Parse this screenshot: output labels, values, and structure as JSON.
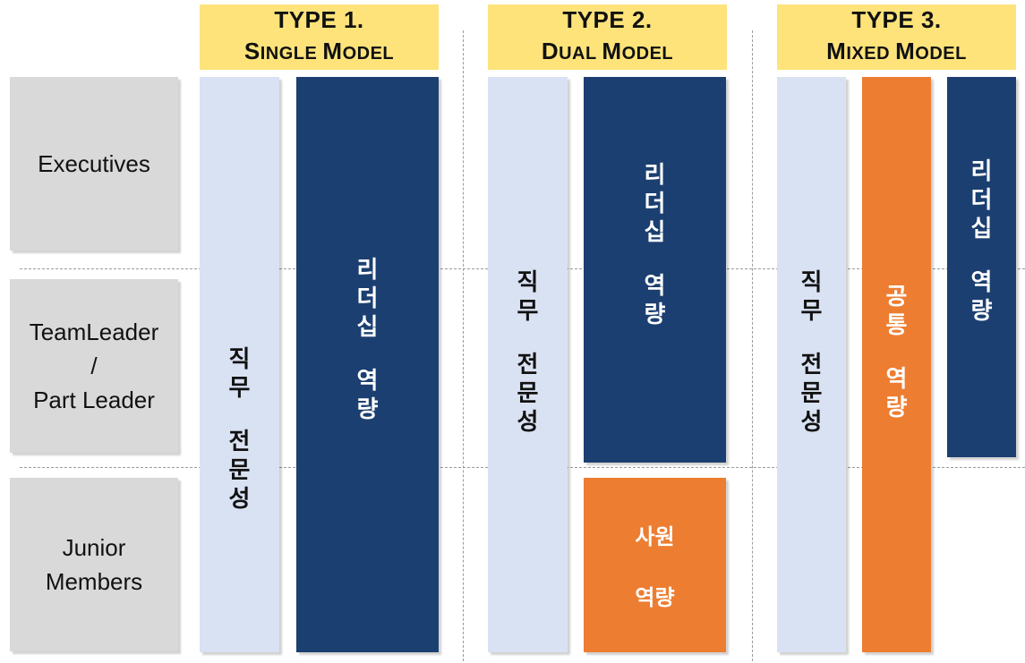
{
  "headers": [
    {
      "line1": "TYPE 1.",
      "line2_big1": "S",
      "line2_sm1": "INGLE ",
      "line2_big2": "M",
      "line2_sm2": "ODEL"
    },
    {
      "line1": "TYPE 2.",
      "line2_big1": "D",
      "line2_sm1": "UAL ",
      "line2_big2": "M",
      "line2_sm2": "ODEL"
    },
    {
      "line1": "TYPE 3.",
      "line2_big1": "M",
      "line2_sm1": "IXED ",
      "line2_big2": "M",
      "line2_sm2": "ODEL"
    }
  ],
  "rows": {
    "executives": "Executives",
    "teamleader": [
      "TeamLeader",
      "/",
      "Part Leader"
    ],
    "junior": [
      "Junior",
      "Members"
    ]
  },
  "bars": {
    "job_expertise": [
      "직",
      "무",
      "전",
      "문",
      "성"
    ],
    "leadership": [
      "리",
      "더",
      "십",
      "역",
      "량"
    ],
    "common": [
      "공",
      "통",
      "역",
      "량"
    ],
    "employee": [
      "사원",
      "역량"
    ]
  },
  "colors": {
    "header_bg": "#fde37a",
    "row_label_bg": "#d9d9d9",
    "light_blue": "#d9e2f3",
    "navy": "#1b3f70",
    "orange": "#ed7d31"
  }
}
